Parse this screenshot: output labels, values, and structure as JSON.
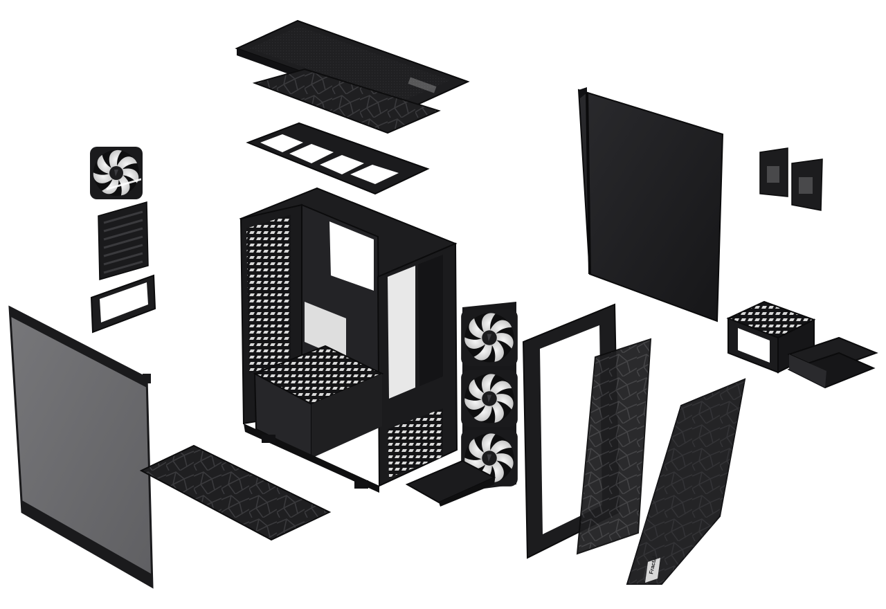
{
  "scene": {
    "description_type": "exploded-view-product-photo",
    "background": "#ffffff",
    "colors": {
      "metal": "#1c1c1e",
      "metal_light": "#2e2e31",
      "metal_edge": "#0c0c0d",
      "tinted_glass": "#6f6f72",
      "fan_blade": "#e6e6e6",
      "mesh_hole": "#ffffff"
    }
  },
  "brand_badge": {
    "text": "Fractal",
    "icon": "fractal-logo-icon"
  },
  "parts": [
    {
      "id": "top-panel",
      "icon": "top-panel-icon"
    },
    {
      "id": "top-dust-filter",
      "icon": "mesh-filter-icon"
    },
    {
      "id": "top-fan-bracket",
      "icon": "bracket-icon"
    },
    {
      "id": "rear-fan",
      "icon": "fan-icon"
    },
    {
      "id": "pci-slot-covers",
      "icon": "slot-cover-icon"
    },
    {
      "id": "psu-bracket",
      "icon": "psu-bracket-icon"
    },
    {
      "id": "glass-side-panel",
      "icon": "glass-panel-icon"
    },
    {
      "id": "bottom-dust-filter",
      "icon": "mesh-filter-icon"
    },
    {
      "id": "chassis-frame",
      "icon": "chassis-icon"
    },
    {
      "id": "front-fans",
      "icon": "fan-icon"
    },
    {
      "id": "fan-stand",
      "icon": "stand-icon"
    },
    {
      "id": "front-frame",
      "icon": "frame-icon"
    },
    {
      "id": "front-filter",
      "icon": "mesh-filter-icon"
    },
    {
      "id": "front-mesh-panel",
      "icon": "mesh-panel-icon"
    },
    {
      "id": "steel-side-panel",
      "icon": "steel-panel-icon"
    },
    {
      "id": "ssd-brackets",
      "icon": "ssd-bracket-icon"
    },
    {
      "id": "hdd-cage",
      "icon": "drive-cage-icon"
    },
    {
      "id": "drive-trays",
      "icon": "drive-tray-icon"
    }
  ]
}
